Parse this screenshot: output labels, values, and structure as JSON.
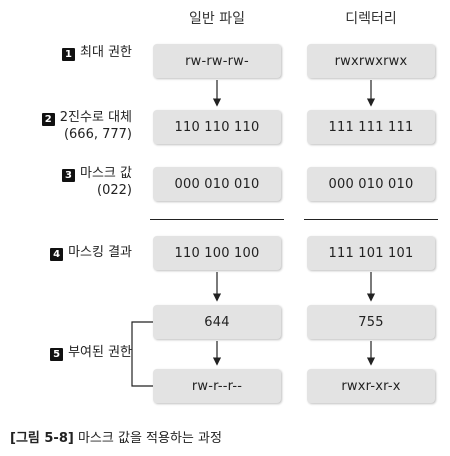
{
  "columns": {
    "file": "일반 파일",
    "dir": "디렉터리"
  },
  "rows": [
    {
      "num": "1",
      "label": [
        "최대 권한"
      ],
      "file": "rw-rw-rw-",
      "dir": "rwxrwxrwx"
    },
    {
      "num": "2",
      "label": [
        "2진수로 대체",
        "(666, 777)"
      ],
      "file": "110  110  110",
      "dir": "111  111  111"
    },
    {
      "num": "3",
      "label": [
        "마스크 값",
        "(022)"
      ],
      "file": "000  010  010",
      "dir": "000  010  010"
    },
    {
      "num": "4",
      "label": [
        "마스킹 결과"
      ],
      "file": "110  100  100",
      "dir": "111  101  101"
    },
    {
      "num": "5",
      "label": [
        "부여된 권한"
      ],
      "file": "644",
      "dir": "755"
    }
  ],
  "final": {
    "file": "rw-r--r--",
    "dir": "rwxr-xr-x"
  },
  "caption": {
    "tag": "[그림 5-8]",
    "text": "마스크 값을 적용하는 과정"
  }
}
